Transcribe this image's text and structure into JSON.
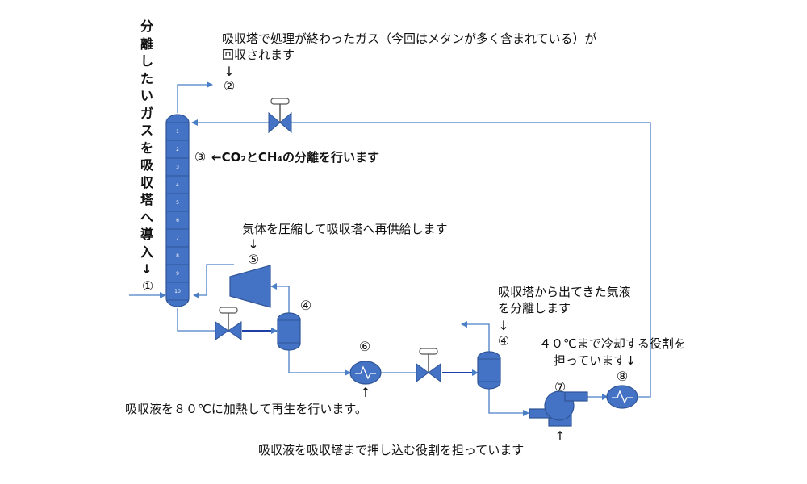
{
  "vertical_label": "分離したいガスを吸収塔へ導入↓",
  "marker_1": "①",
  "label_2": [
    "吸収塔で処理が終わったガス（今回はメタンが多く含まれている）が",
    "回収されます"
  ],
  "arrow_down": "↓",
  "marker_2": "②",
  "marker_3": "③",
  "label_3": "←CO₂とCH₄の分離を行います",
  "label_5": "気体を圧縮して吸収塔へ再供給します",
  "marker_5": "⑤",
  "marker_4": "④",
  "label_4b": [
    "吸収塔から出てきた気液",
    "を分離します"
  ],
  "marker_6": "⑥",
  "arrow_up": "↑",
  "label_6": "吸収液を８０℃に加熱して再生を行います。",
  "label_8": [
    "４０℃まで冷却する役割を",
    "担っています↓"
  ],
  "marker_8": "⑧",
  "marker_7": "⑦",
  "label_7": "吸収液を吸収塔まで押し込む役割を担っています",
  "tray_numbers": [
    "1",
    "2",
    "3",
    "4",
    "5",
    "6",
    "7",
    "8",
    "9",
    "10"
  ],
  "colors": {
    "equipment_fill": "#4472C4",
    "equipment_stroke": "#2F5597",
    "pipe": "#4A7EC7",
    "valve_handle": "#7F7F7F"
  }
}
